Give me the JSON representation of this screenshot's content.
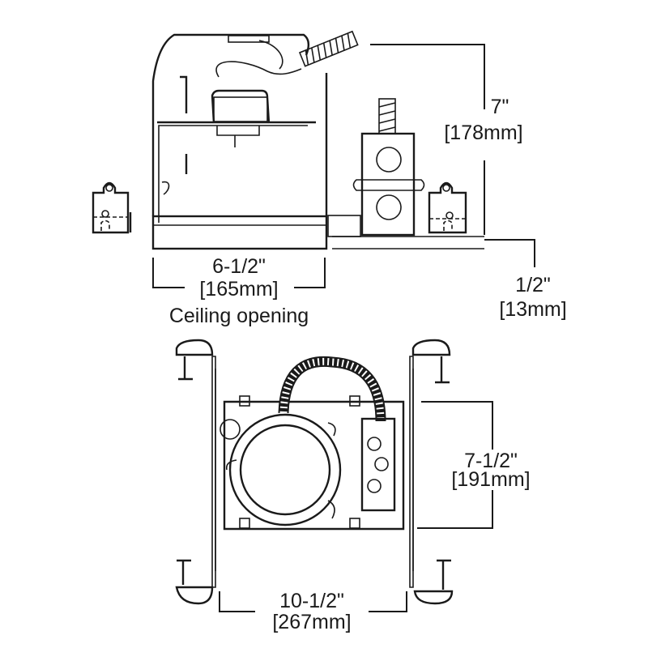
{
  "side_view": {
    "height_in": "7\"",
    "height_mm": "[178mm]",
    "opening_in": "6-1/2\"",
    "opening_mm": "[165mm]",
    "opening_caption": "Ceiling opening",
    "trim_in": "1/2\"",
    "trim_mm": "[13mm]"
  },
  "top_view": {
    "depth_in": "7-1/2\"",
    "depth_mm": "[191mm]",
    "width_in": "10-1/2\"",
    "width_mm": "[267mm]"
  }
}
